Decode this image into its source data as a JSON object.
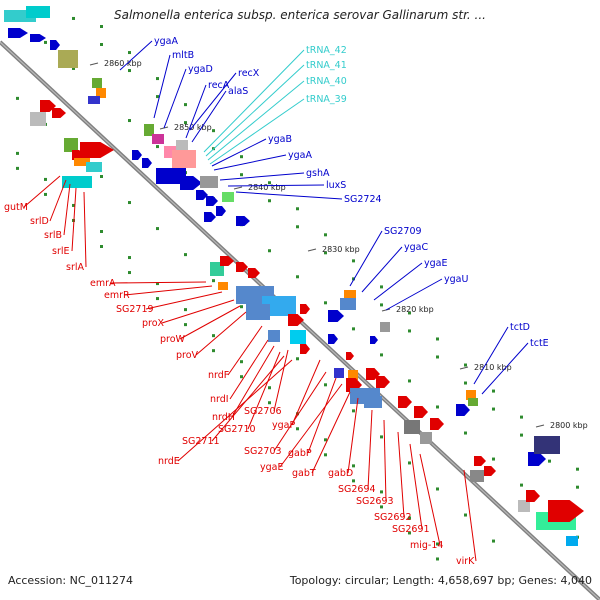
{
  "title": "Salmonella enterica subsp. enterica serovar Gallinarum str. ...",
  "footer": {
    "accession": "Accession: NC_011274",
    "summary": "Topology: circular; Length: 4,658,697 bp; Genes: 4,040"
  },
  "colors": {
    "forward_strand": "#0000cc",
    "reverse_strand": "#e00000",
    "trna": "#33cccc",
    "backbone": "#808080",
    "tick": "#2e8b2e"
  },
  "scale_labels": [
    "2860 kbp",
    "2850 kbp",
    "2840 kbp",
    "2830 kbp",
    "2820 kbp",
    "2810 kbp",
    "2800 kbp"
  ],
  "labels_top": [
    "ygaA",
    "mltB",
    "ygaD",
    "recX",
    "recA",
    "alaS",
    "tRNA_42",
    "tRNA_41",
    "tRNA_40",
    "tRNA_39",
    "ygaB",
    "ygaA",
    "gshA",
    "luxS",
    "SG2724",
    "SG2709",
    "ygaC",
    "ygaE",
    "ygaU",
    "tctD",
    "tctE"
  ],
  "labels_bottom": [
    "gutM",
    "srlD",
    "srlB",
    "srlE",
    "srlA",
    "emrA",
    "emrR",
    "SG2719",
    "proX",
    "proW",
    "proV",
    "nrdF",
    "nrdI",
    "nrdH",
    "SG2706",
    "SG2710",
    "SG2711",
    "nrdE",
    "ygaP",
    "SG2703",
    "gabP",
    "ygaE",
    "gabT",
    "gabD",
    "SG2694",
    "SG2693",
    "SG2692",
    "SG2691",
    "mig-14",
    "virK"
  ]
}
